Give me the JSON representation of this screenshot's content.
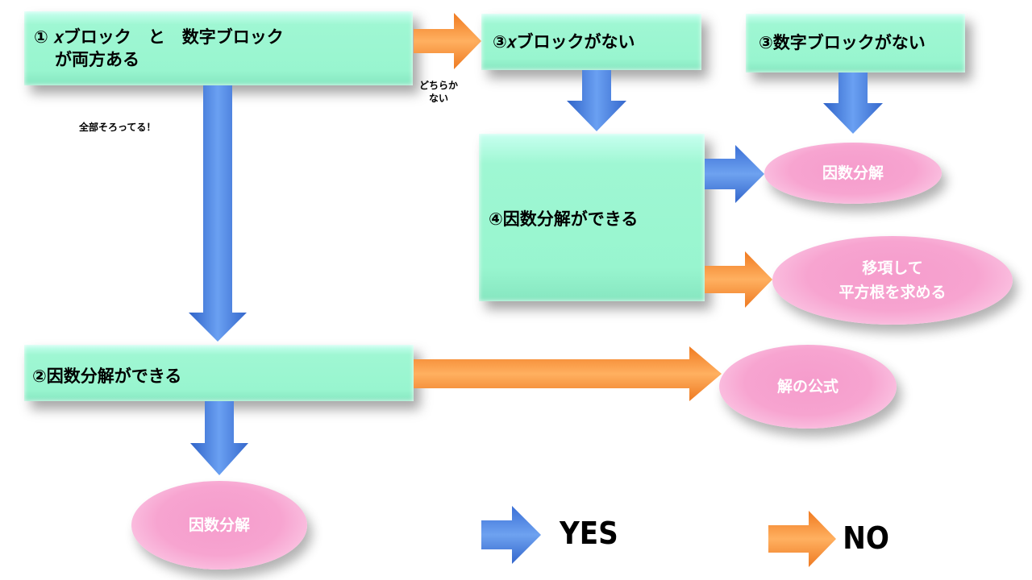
{
  "boxes": {
    "step1_line1": "① 𝑥ブロック　と　数字ブロック",
    "step1_line2": "が両方ある",
    "step3_x": "③𝑥ブロックがない",
    "step3_num": "③数字ブロックがない",
    "step4": "④因数分解ができる",
    "step2": "②因数分解ができる"
  },
  "ovals": {
    "factor_top": "因数分解",
    "transpose_line1": "移項して",
    "transpose_line2": "平方根を求める",
    "formula": "解の公式",
    "factor_bottom": "因数分解"
  },
  "labels": {
    "either_missing_line1": "どちらか",
    "either_missing_line2": "ない",
    "all_present": "全部そろってる！"
  },
  "legend": {
    "yes": "YES",
    "no": "NO",
    "yes_color": "#4a7fe0",
    "no_color": "#f08a30"
  }
}
